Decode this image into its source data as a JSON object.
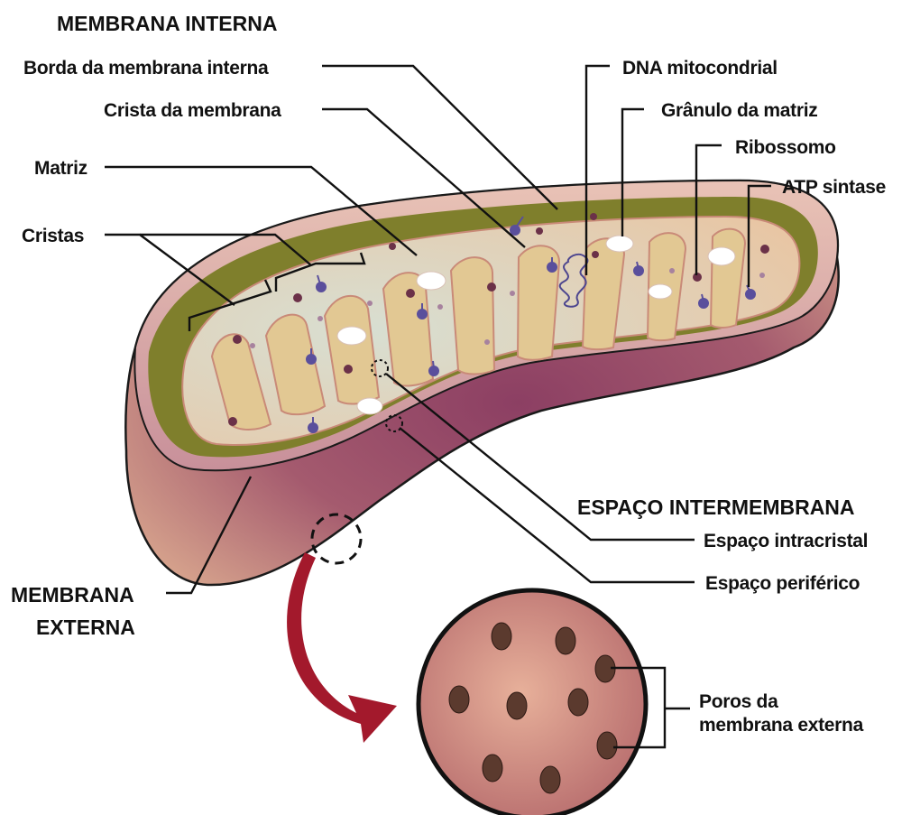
{
  "headings": {
    "membrana_interna": "MEMBRANA INTERNA",
    "espaco_intermembrana": "ESPAÇO INTERMEMBRANA",
    "membrana_externa_line1": "MEMBRANA",
    "membrana_externa_line2": "EXTERNA"
  },
  "labels": {
    "borda_membrana_interna": "Borda da membrana interna",
    "crista_da_membrana": "Crista da membrana",
    "matriz": "Matriz",
    "cristas": "Cristas",
    "dna_mitocondrial": "DNA mitocondrial",
    "granulo_da_matriz": "Grânulo da matriz",
    "ribossomo": "Ribossomo",
    "atp_sintase": "ATP sintase",
    "espaco_intracristal": "Espaço intracristal",
    "espaco_periferico": "Espaço periférico",
    "poros_line1": "Poros da",
    "poros_line2": "membrana externa"
  },
  "colors": {
    "outer_membrane": "#a45a6e",
    "intermembrane_space": "#7f7f2c",
    "matrix": "#cfd6c8",
    "cristae": "#e6c89a",
    "atp_synthase": "#5a4f9c",
    "ribosome": "#6b3148",
    "zoom_arrow": "#a3192c",
    "pore_zoom_fill": "#d89a82"
  }
}
